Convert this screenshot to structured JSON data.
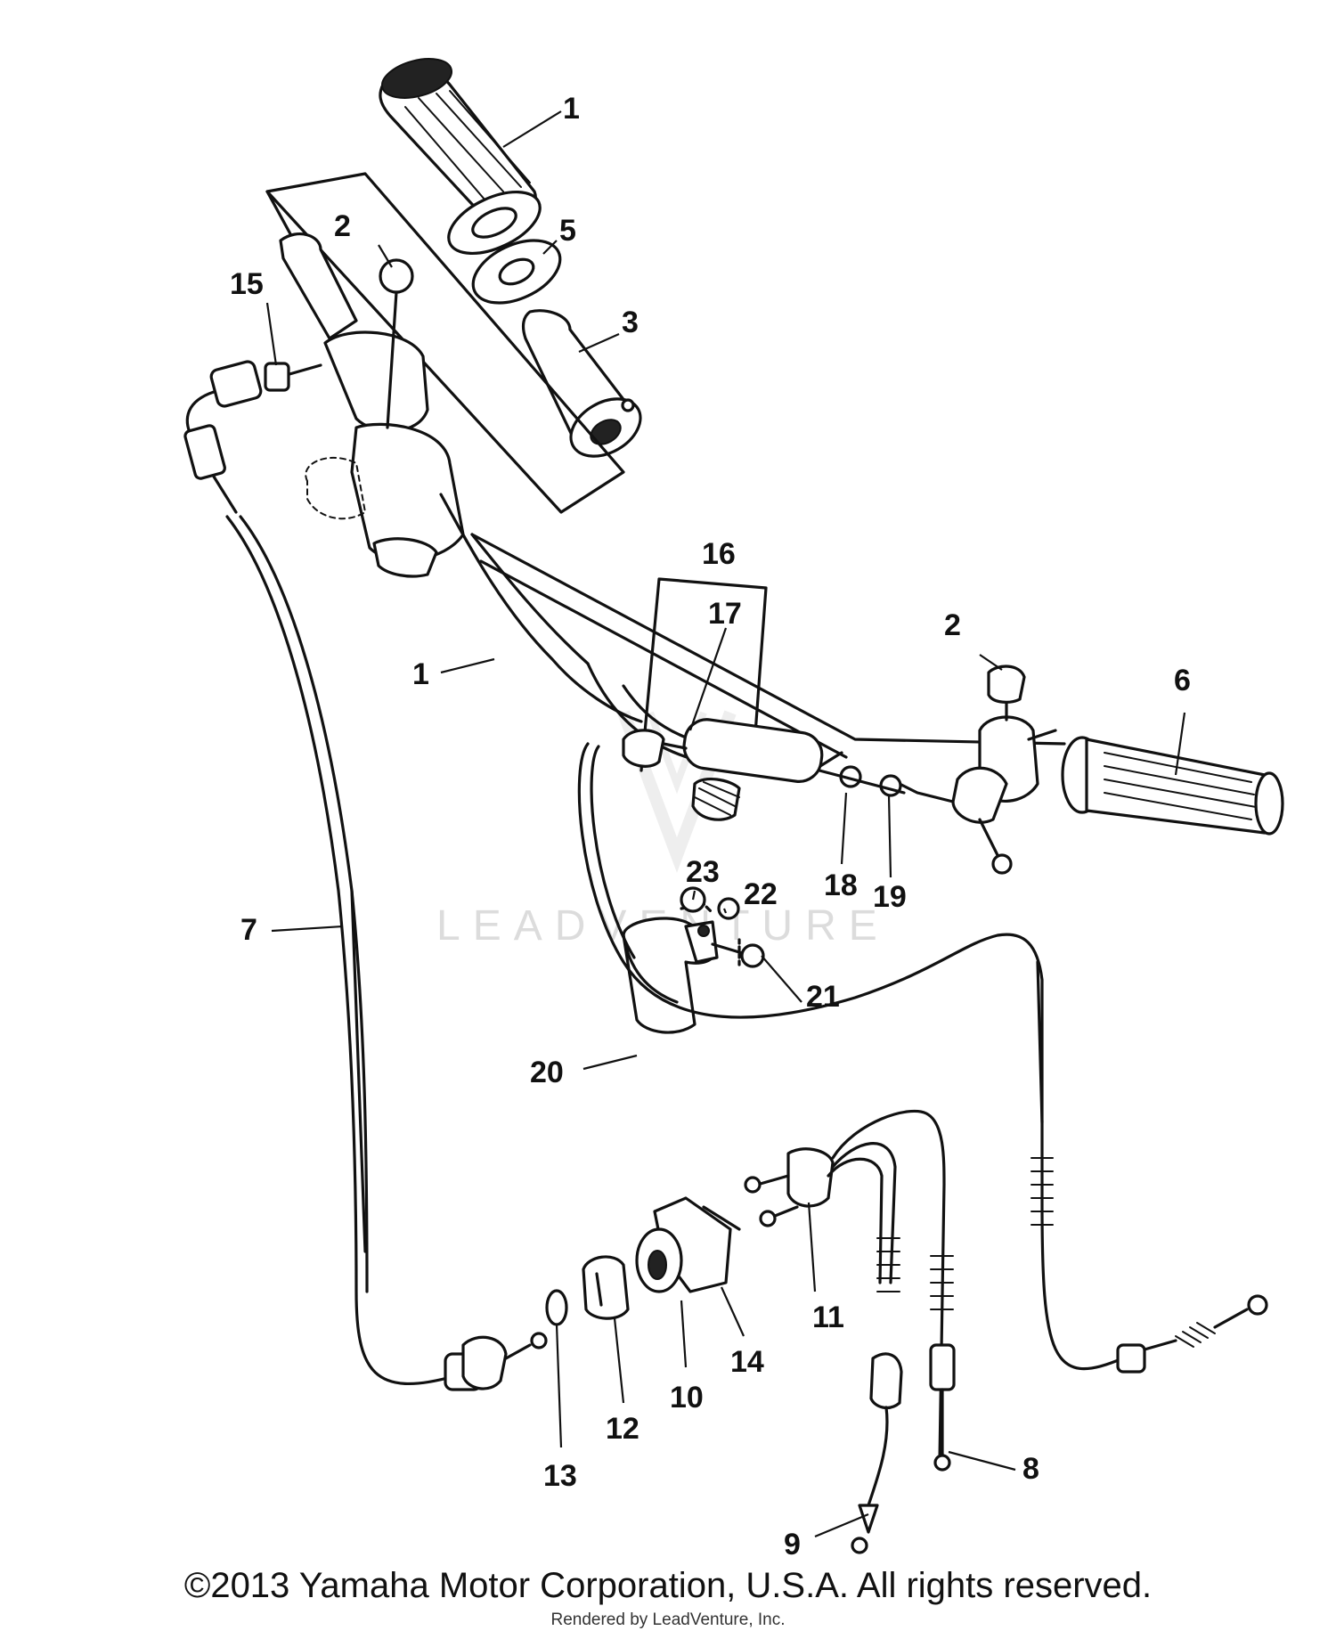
{
  "callouts": [
    {
      "id": "1",
      "text": "1"
    },
    {
      "id": "1b",
      "text": "1"
    },
    {
      "id": "2a",
      "text": "2"
    },
    {
      "id": "2b",
      "text": "2"
    },
    {
      "id": "3",
      "text": "3"
    },
    {
      "id": "5",
      "text": "5"
    },
    {
      "id": "6",
      "text": "6"
    },
    {
      "id": "7",
      "text": "7"
    },
    {
      "id": "8",
      "text": "8"
    },
    {
      "id": "9",
      "text": "9"
    },
    {
      "id": "10",
      "text": "10"
    },
    {
      "id": "11",
      "text": "11"
    },
    {
      "id": "12",
      "text": "12"
    },
    {
      "id": "13",
      "text": "13"
    },
    {
      "id": "14",
      "text": "14"
    },
    {
      "id": "15",
      "text": "15"
    },
    {
      "id": "16",
      "text": "16"
    },
    {
      "id": "17",
      "text": "17"
    },
    {
      "id": "18",
      "text": "18"
    },
    {
      "id": "19",
      "text": "19"
    },
    {
      "id": "20",
      "text": "20"
    },
    {
      "id": "21",
      "text": "21"
    },
    {
      "id": "22",
      "text": "22"
    },
    {
      "id": "23",
      "text": "23"
    }
  ],
  "watermark": "LEADVENTURE",
  "copyright": "©2013 Yamaha Motor Corporation, U.S.A. All rights reserved.",
  "rendered_by": "Rendered by LeadVenture, Inc."
}
